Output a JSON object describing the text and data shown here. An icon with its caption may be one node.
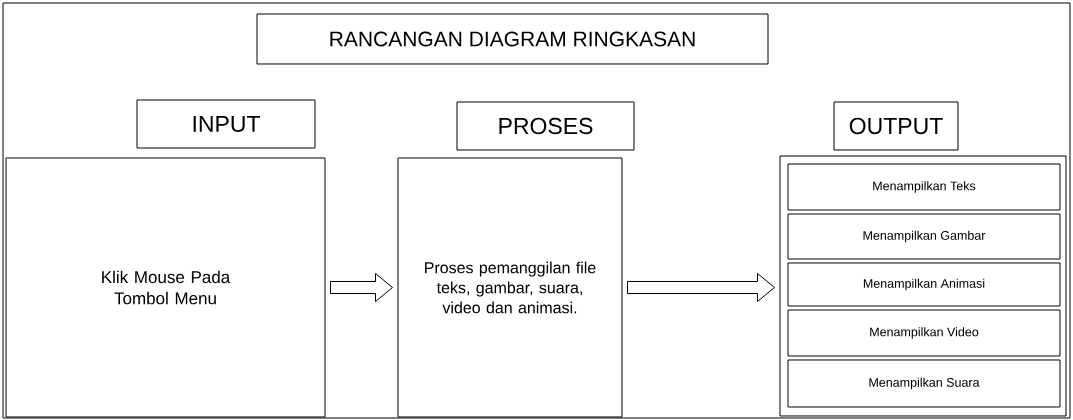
{
  "diagram": {
    "title": "RANCANGAN  DIAGRAM  RINGKASAN",
    "nodes": [
      {
        "text": [
          "INPUT"
        ]
      },
      {
        "text": [
          "Klik Mouse Pada Tombol Menu"
        ]
      },
      {
        "text": [
          "PROSES"
        ]
      },
      {
        "text": [
          "Proses pemanggilan file teks, gambar, suara, video dan animasi."
        ]
      },
      {
        "text": [
          "OUTPUT"
        ]
      },
      {
        "text": [],
        "shape": "box"
      },
      {
        "text": [
          "Menampilkan Teks"
        ],
        "in": 5
      },
      {
        "text": [
          "Menampilkan Gambar"
        ],
        "in": 5
      },
      {
        "text": [
          "Menampilkan Animasi"
        ],
        "in": 5
      },
      {
        "text": [
          "Menampilkan Video"
        ],
        "in": 5
      },
      {
        "text": [
          "Menampilkan  Suara"
        ],
        "in": 5
      }
    ],
    "edges": [
      {
        "from": 1,
        "to": 3,
        "arrow": "to"
      },
      {
        "from": 3,
        "to": 5,
        "arrow": "to"
      }
    ]
  }
}
